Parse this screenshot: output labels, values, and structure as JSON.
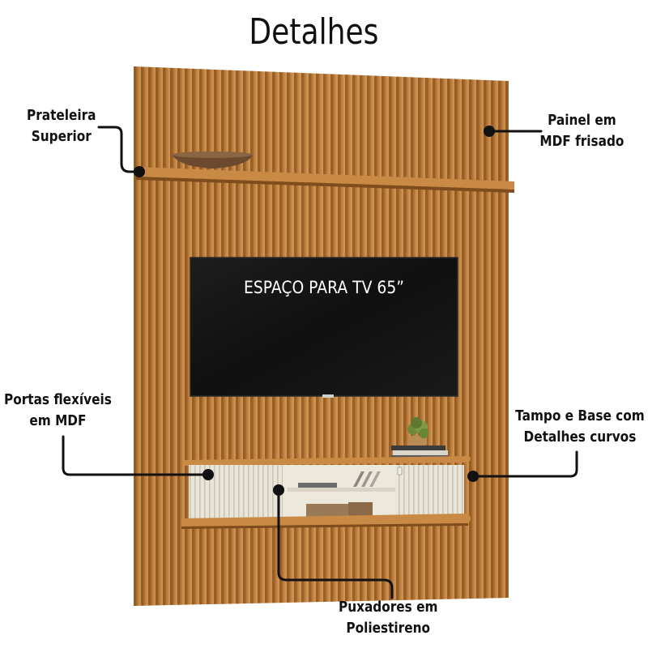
{
  "title": "Detalhes",
  "tv_screen_text": "ESPAÇO PARA TV 65”",
  "callouts": {
    "top_shelf": [
      "Prateleira",
      "Superior"
    ],
    "panel": [
      "Painel em",
      "MDF frisado"
    ],
    "doors": [
      "Portas flexíveis",
      "em MDF"
    ],
    "top_base": [
      "Tampo e Base com",
      "Detalhes curvos"
    ],
    "handles": [
      "Puxadores em",
      "Poliestireno"
    ]
  },
  "colors": {
    "wood": "#b97a38",
    "wood_dark": "#8a5420",
    "wood_light": "#cf9352",
    "cabinet_off_white": "#e6e2d4",
    "tv_black": "#151515",
    "callout_line": "#111111"
  }
}
